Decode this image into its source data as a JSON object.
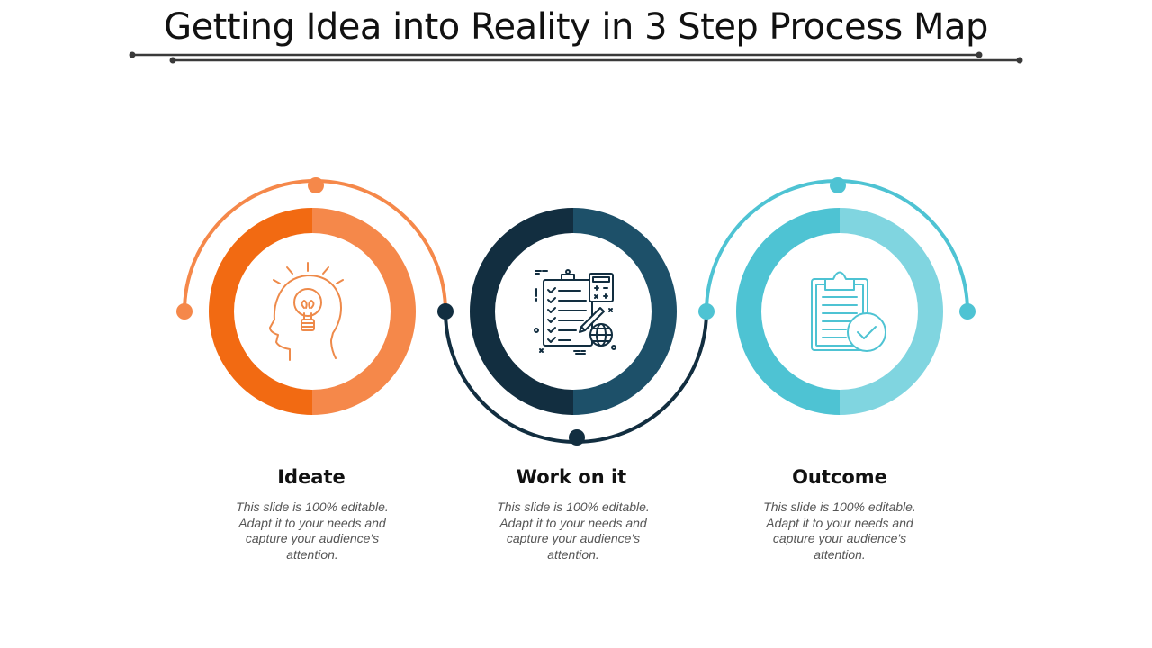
{
  "title": "Getting Idea into Reality in 3 Step Process Map",
  "colors": {
    "orange_dark": "#F26A12",
    "orange_light": "#F5884A",
    "navy_dark": "#122E40",
    "navy_light": "#1D5069",
    "teal_dark": "#4EC3D3",
    "teal_light": "#80D5E0",
    "title_rule": "#3a3a3a"
  },
  "steps": [
    {
      "title": "Ideate",
      "description": "This slide is 100% editable. Adapt it to your needs and capture your audience's attention.",
      "icon": "head-lightbulb-icon"
    },
    {
      "title": "Work on it",
      "description": "This slide is 100% editable. Adapt it to your needs and capture your audience's attention.",
      "icon": "checklist-calculator-icon"
    },
    {
      "title": "Outcome",
      "description": "This slide is 100% editable. Adapt it to your needs and capture your audience's attention.",
      "icon": "clipboard-check-icon"
    }
  ]
}
